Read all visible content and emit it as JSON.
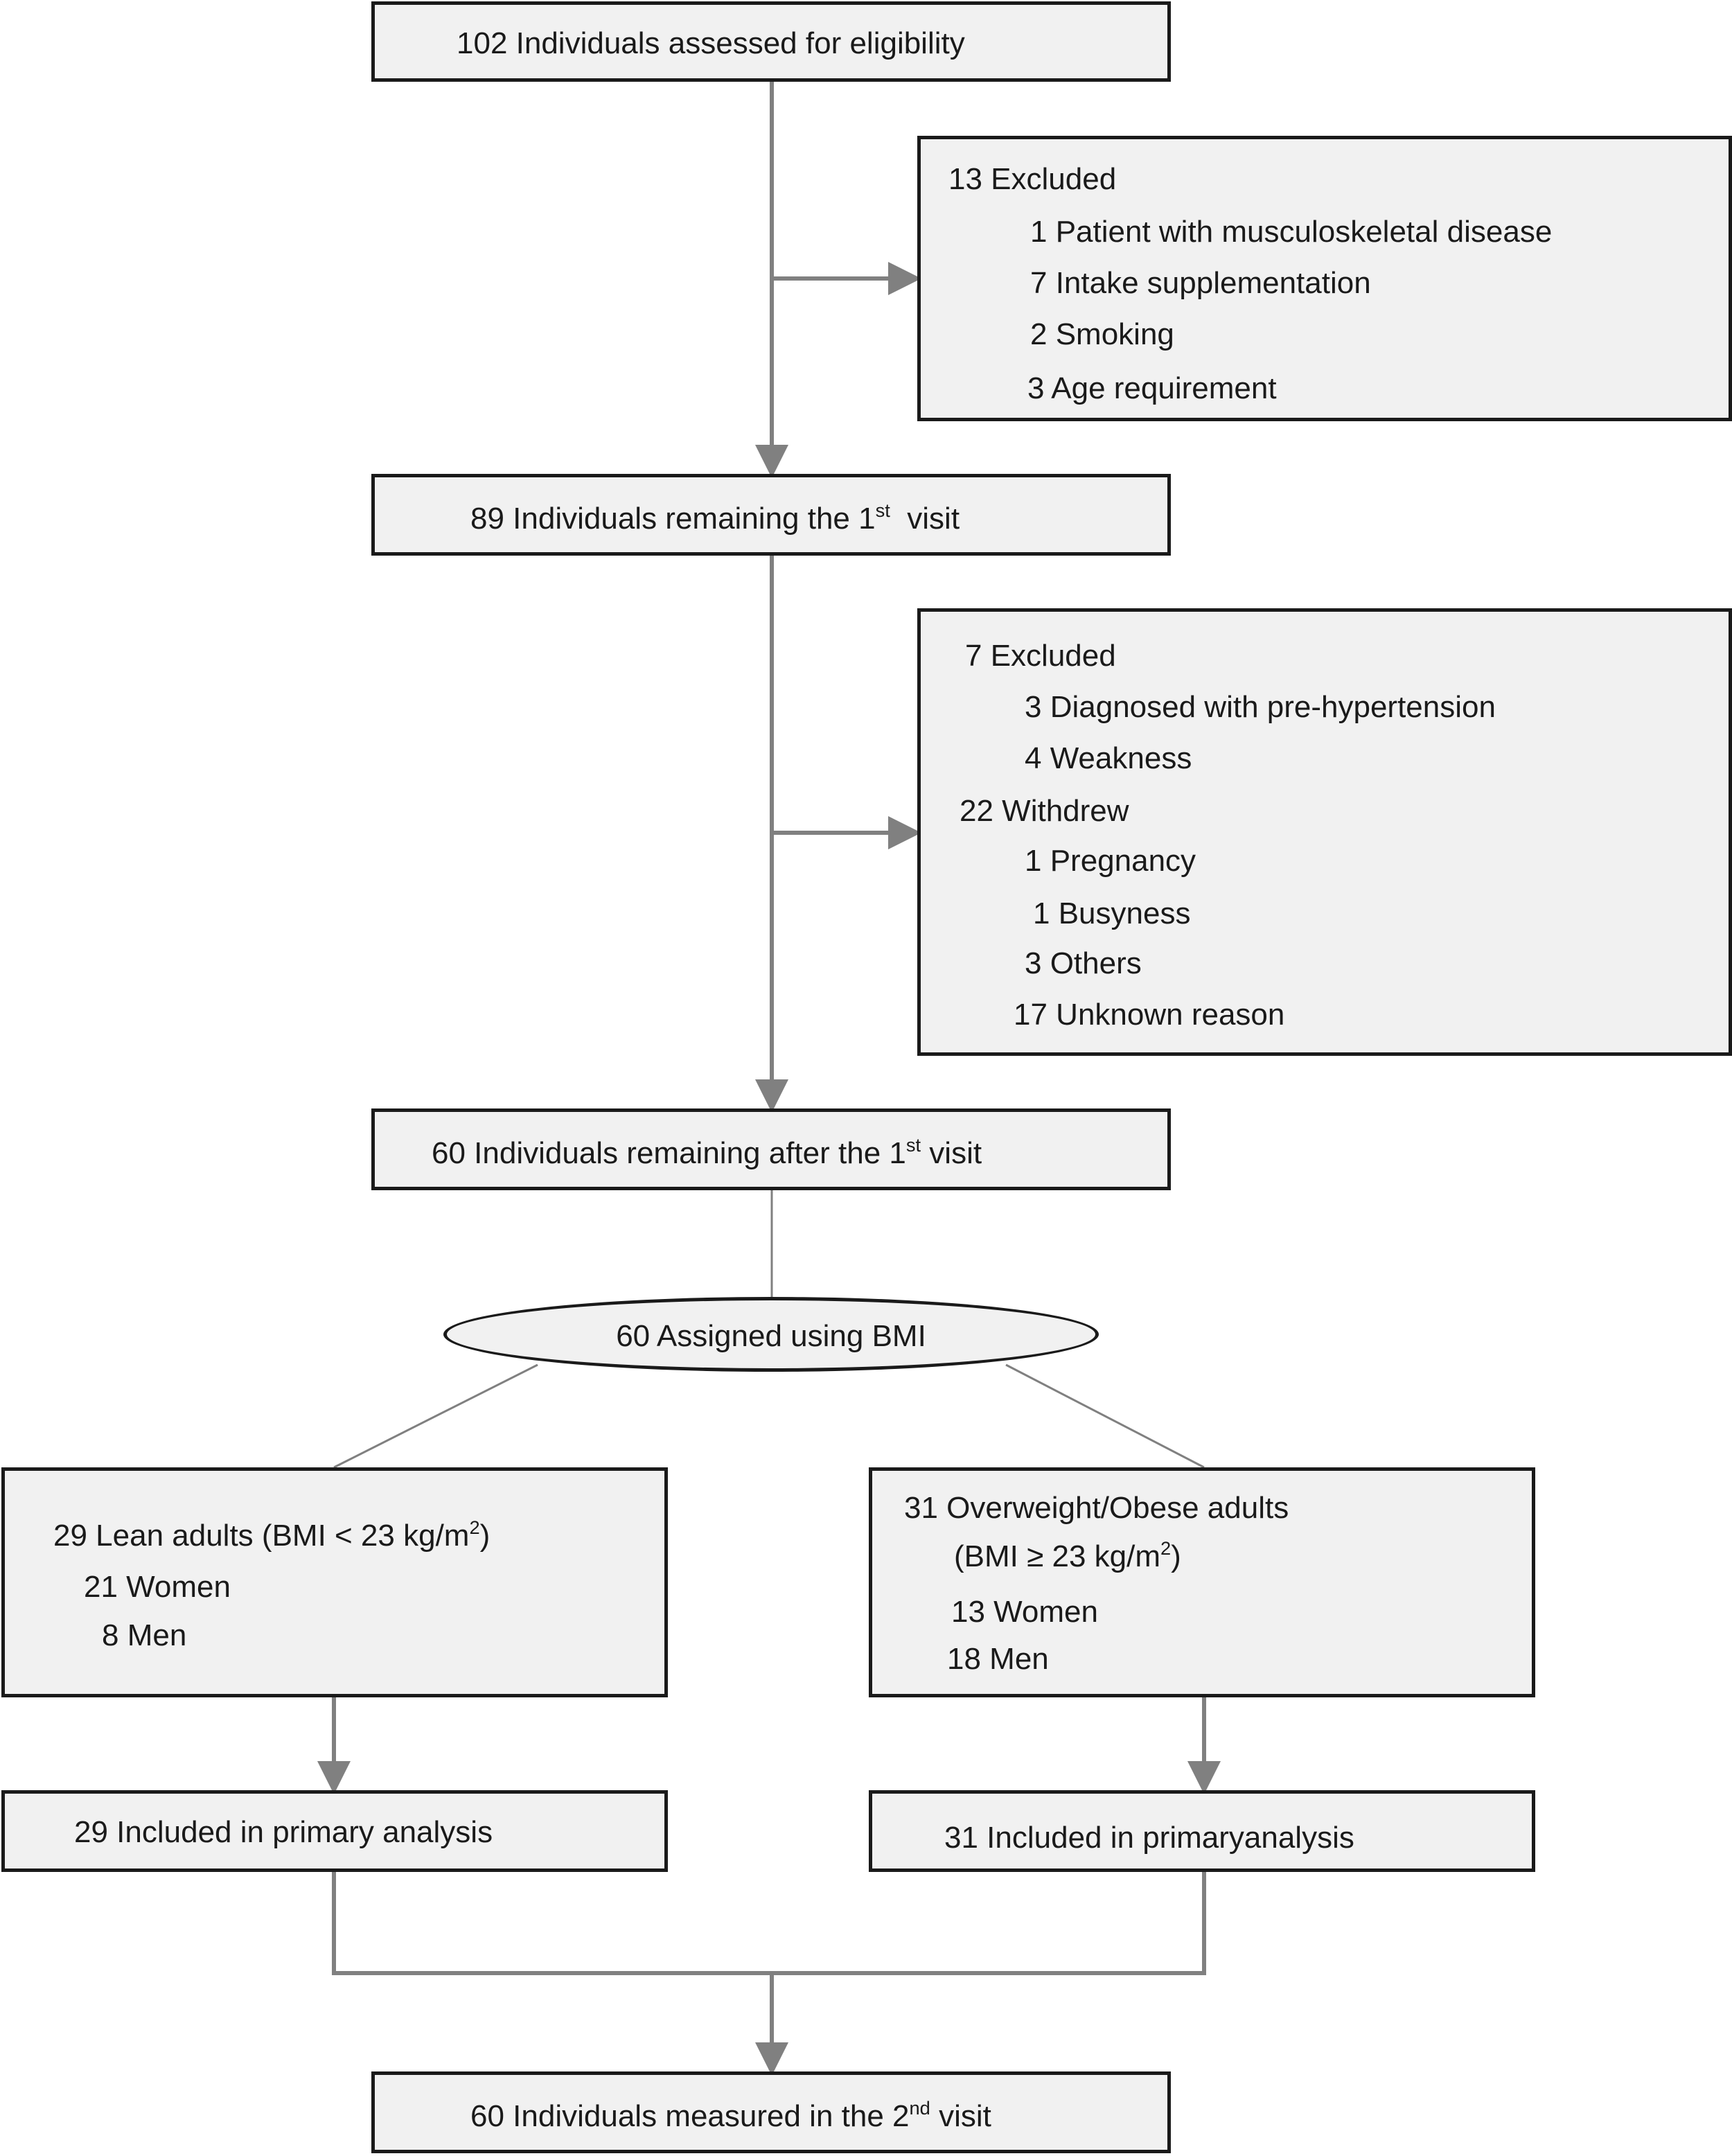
{
  "top": {
    "text": "102 Individuals assessed for eligibility"
  },
  "excluded1": {
    "heading": "13 Excluded",
    "items": [
      "1 Patient with musculoskeletal disease",
      "7 Intake supplementation",
      "2 Smoking",
      "3 Age requirement"
    ]
  },
  "visit1": {
    "prefix": "89 Individuals remaining the 1",
    "sup": "st",
    "suffix": "  visit"
  },
  "excluded2": {
    "heading": "7 Excluded",
    "items": [
      "3 Diagnosed with pre-hypertension",
      "4 Weakness"
    ],
    "withdrew_heading": "22 Withdrew",
    "withdrew_items": [
      "1 Pregnancy",
      "1 Busyness",
      "3 Others",
      "17 Unknown reason"
    ]
  },
  "after_visit1": {
    "prefix": "60 Individuals remaining after the 1",
    "sup": "st",
    "suffix": " visit"
  },
  "assigned": {
    "text": "60 Assigned using BMI"
  },
  "lean": {
    "title_prefix": "29 Lean adults (BMI < 23 kg/m",
    "title_sup": "2",
    "title_suffix": ")",
    "women": "21 Women",
    "men": "8 Men"
  },
  "overweight": {
    "title": "31 Overweight/Obese adults",
    "bmi_prefix": "(BMI ≥ 23 kg/m",
    "bmi_sup": "2",
    "bmi_suffix": ")",
    "women": "13 Women",
    "men": "18 Men"
  },
  "lean_analysis": {
    "text": "29 Included in primary analysis"
  },
  "overweight_analysis": {
    "text": "31 Included in primaryanalysis"
  },
  "visit2": {
    "prefix": "60 Individuals measured in the 2",
    "sup": "nd",
    "suffix": " visit"
  },
  "colors": {
    "line": "#808080",
    "border": "#1a1a1a",
    "box_fill": "#f1f1f1"
  }
}
